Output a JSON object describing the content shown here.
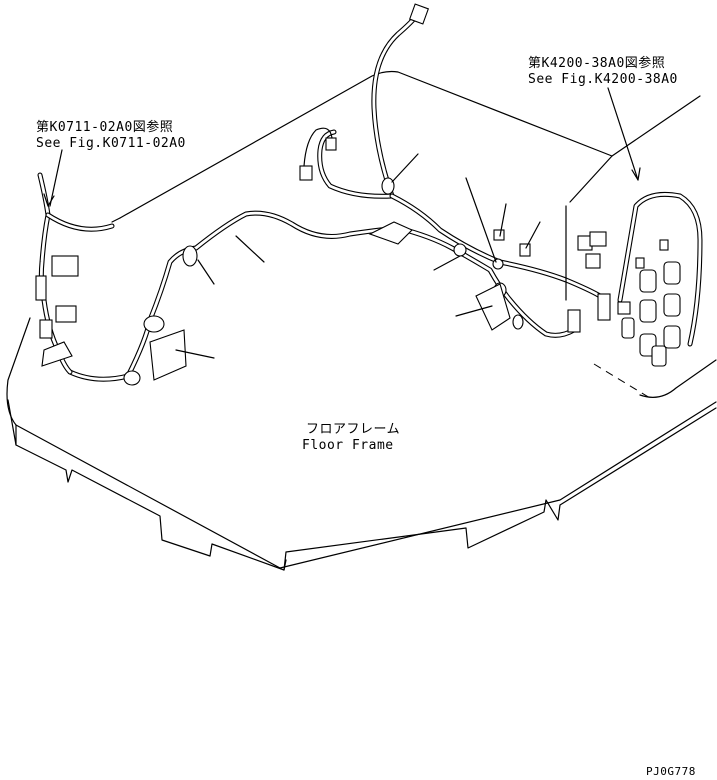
{
  "labels": {
    "ref_left_jp": "第K0711-02A0図参照",
    "ref_left_en": "See Fig.K0711-02A0",
    "ref_right_jp": "第K4200-38A0図参照",
    "ref_right_en": "See Fig.K4200-38A0",
    "frame_jp": "フロアフレーム",
    "frame_en": "Floor Frame",
    "figure_code": "PJ0G778"
  }
}
